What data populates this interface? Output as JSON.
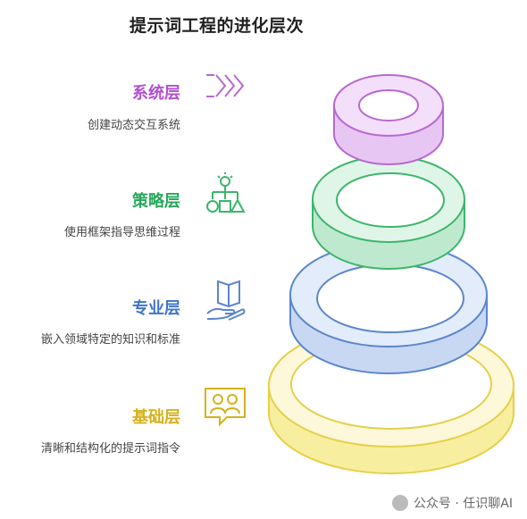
{
  "title": "提示词工程的进化层次",
  "layers": [
    {
      "name": "系统层",
      "desc": "创建动态交互系统",
      "color": "#b24fd0",
      "icon": "chevrons-icon"
    },
    {
      "name": "策略层",
      "desc": "使用框架指导思维过程",
      "color": "#27a85a",
      "icon": "strategy-flow-icon"
    },
    {
      "name": "专业层",
      "desc": "嵌入领域特定的知识和标准",
      "color": "#3f74c8",
      "icon": "book-hand-icon"
    },
    {
      "name": "基础层",
      "desc": "清晰和结构化的提示词指令",
      "color": "#d5b11c",
      "icon": "people-chat-icon"
    }
  ],
  "watermark": "公众号 · 任识聊AI"
}
